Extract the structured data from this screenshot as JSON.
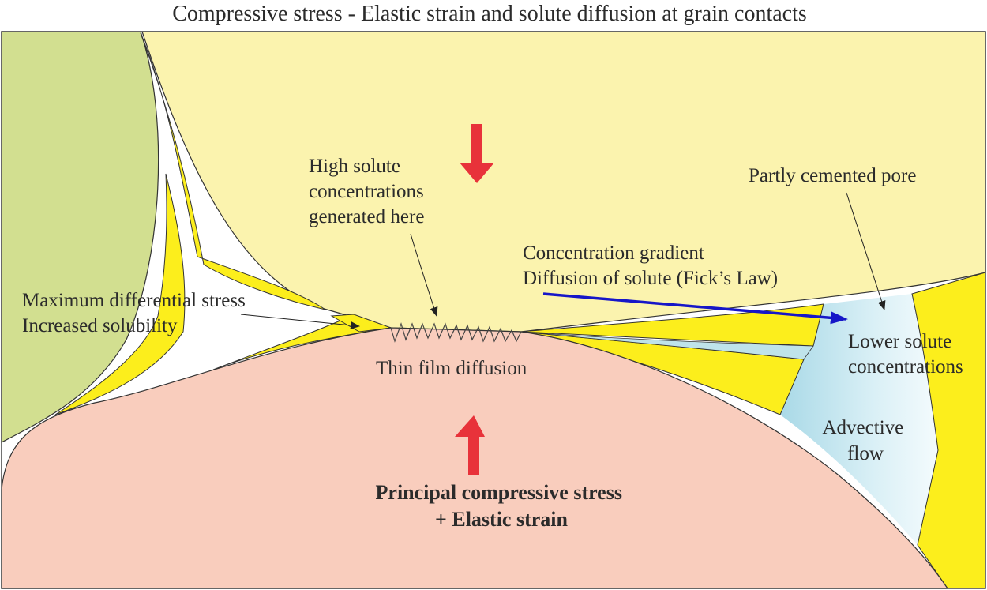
{
  "title": "Compressive stress - Elastic strain and solute diffusion at grain contacts",
  "labels": {
    "high_solute": [
      "High solute",
      "concentrations",
      "generated here"
    ],
    "partly_cemented": "Partly cemented pore",
    "gradient": [
      "Concentration gradient",
      "Diffusion of solute (Fick’s Law)"
    ],
    "max_stress": [
      "Maximum differential stress",
      "Increased solubility"
    ],
    "lower_solute": [
      "Lower solute",
      "concentrations"
    ],
    "thin_film": "Thin film diffusion",
    "advective": [
      "Advective",
      "flow"
    ],
    "principal": [
      "Principal compressive stress",
      "+ Elastic strain"
    ]
  },
  "colors": {
    "upper_grain": "#fbf3ae",
    "lower_grain": "#f9cdbd",
    "left_grain": "#d2df90",
    "cement": "#fcee1c",
    "pore_fluid": "#c9e8f0",
    "stress_arrow": "#e8323a",
    "diffusion_arrow": "#1616c8",
    "outline": "#333333"
  }
}
